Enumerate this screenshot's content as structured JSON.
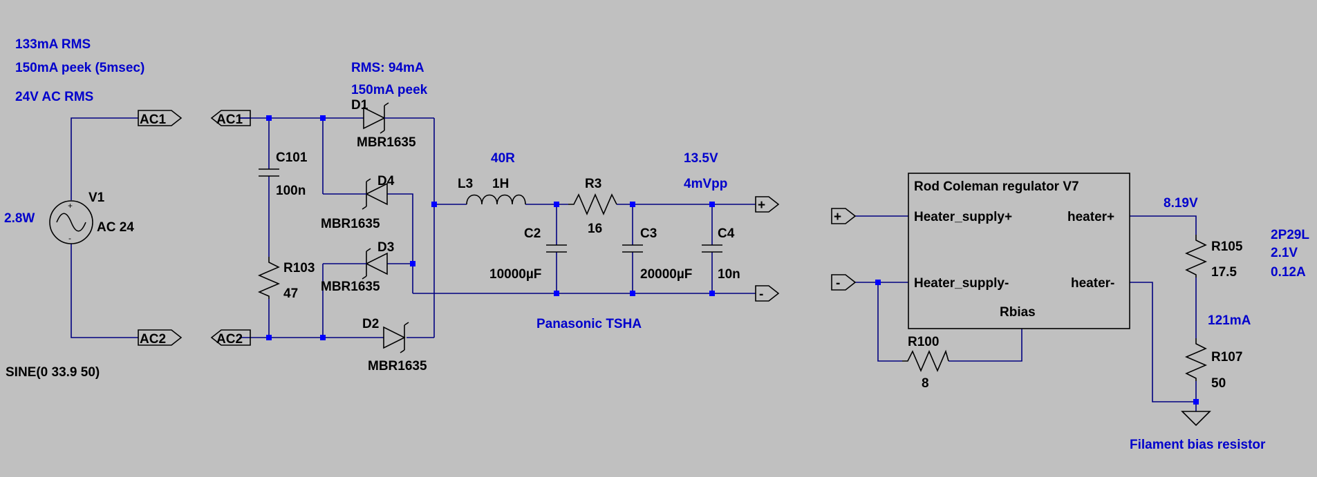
{
  "colors": {
    "background": "#c0c0c0",
    "wire": "#000080",
    "component": "#000000",
    "junction": "#0000ff",
    "annotation": "#0000cc"
  },
  "annotations": {
    "source_rms": "133mA RMS",
    "source_peak": "150mA peek (5msec)",
    "source_volt": "24V AC RMS",
    "power": "2.8W",
    "sine": "SINE(0 33.9 50)",
    "diode_rms": "RMS: 94mA",
    "diode_peak": "150mA peek",
    "l3_res": "40R",
    "out_volt": "13.5V",
    "ripple": "4mVpp",
    "cap_brand": "Panasonic TSHA",
    "heater_volt": "8.19V",
    "tube": "2P29L",
    "tube_volt": "2.1V",
    "tube_amp": "0.12A",
    "current": "121mA",
    "bias_note": "Filament bias resistor"
  },
  "components": {
    "v1": {
      "name": "V1",
      "value": "AC 24"
    },
    "c101": {
      "name": "C101",
      "value": "100n"
    },
    "r103": {
      "name": "R103",
      "value": "47"
    },
    "d1": {
      "name": "D1",
      "value": "MBR1635"
    },
    "d2": {
      "name": "D2",
      "value": "MBR1635"
    },
    "d3": {
      "name": "D3",
      "value": "MBR1635"
    },
    "d4": {
      "name": "D4",
      "value": "MBR1635"
    },
    "l3": {
      "name": "L3",
      "value": "1H"
    },
    "r3": {
      "name": "R3",
      "value": "16"
    },
    "c2": {
      "name": "C2",
      "value": "10000µF"
    },
    "c3": {
      "name": "C3",
      "value": "20000µF"
    },
    "c4": {
      "name": "C4",
      "value": "10n"
    },
    "regulator": {
      "title": "Rod Coleman regulator V7",
      "pin_supply_pos": "Heater_supply+",
      "pin_supply_neg": "Heater_supply-",
      "pin_heater_pos": "heater+",
      "pin_heater_neg": "heater-",
      "pin_rbias": "Rbias"
    },
    "r100": {
      "name": "R100",
      "value": "8"
    },
    "r105": {
      "name": "R105",
      "value": "17.5"
    },
    "r107": {
      "name": "R107",
      "value": "50"
    }
  },
  "net_labels": {
    "ac1": "AC1",
    "ac2": "AC2",
    "plus": "+",
    "minus": "-"
  }
}
